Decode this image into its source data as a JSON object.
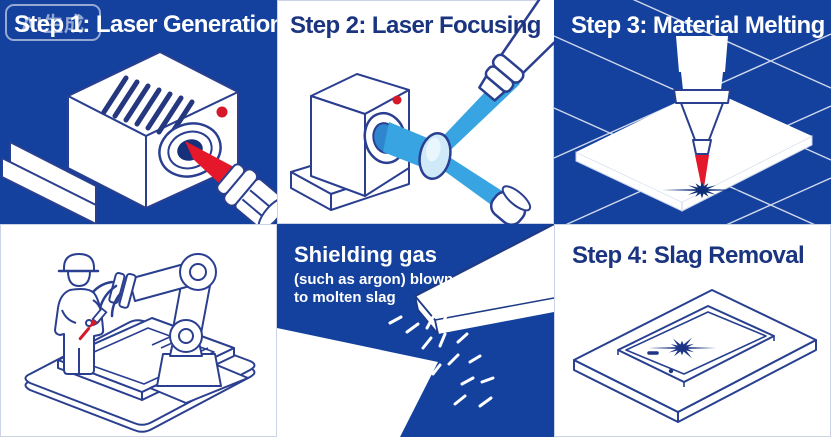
{
  "watermark": {
    "label": "AI生成"
  },
  "colors": {
    "panel_blue": "#14409E",
    "line_navy": "#2A3F8F",
    "text_navy": "#1B3480",
    "laser_red": "#E5172B",
    "beam_blue": "#38A5E2",
    "slag_navy": "#0E2F78"
  },
  "panels": [
    {
      "id": "laser-generation",
      "title": "Step 1: Laser Generation",
      "background": "blue",
      "illustration": "laser-source-with-red-beam-icon"
    },
    {
      "id": "laser-focusing",
      "title": "Step 2: Laser Focusing",
      "background": "white",
      "illustration": "laser-box-lens-nozzle-blue-beams-icon"
    },
    {
      "id": "material-melting",
      "title": "Step 3: Material Melting",
      "background": "blue",
      "illustration": "nozzle-red-beam-melting-plate-icon"
    },
    {
      "id": "robotic-cutting",
      "background": "white",
      "illustration": "worker-and-robot-arm-at-table-icon"
    },
    {
      "id": "shielding-gas",
      "title": "Shielding gas",
      "line2": "(such as argon) blown",
      "line3": "to molten slag",
      "background": "blue",
      "illustration": "cut-plates-with-gas-dashes-icon"
    },
    {
      "id": "slag-removal",
      "title": "Step 4: Slag Removal",
      "background": "white",
      "illustration": "plate-outline-with-slag-burst-icon"
    }
  ]
}
